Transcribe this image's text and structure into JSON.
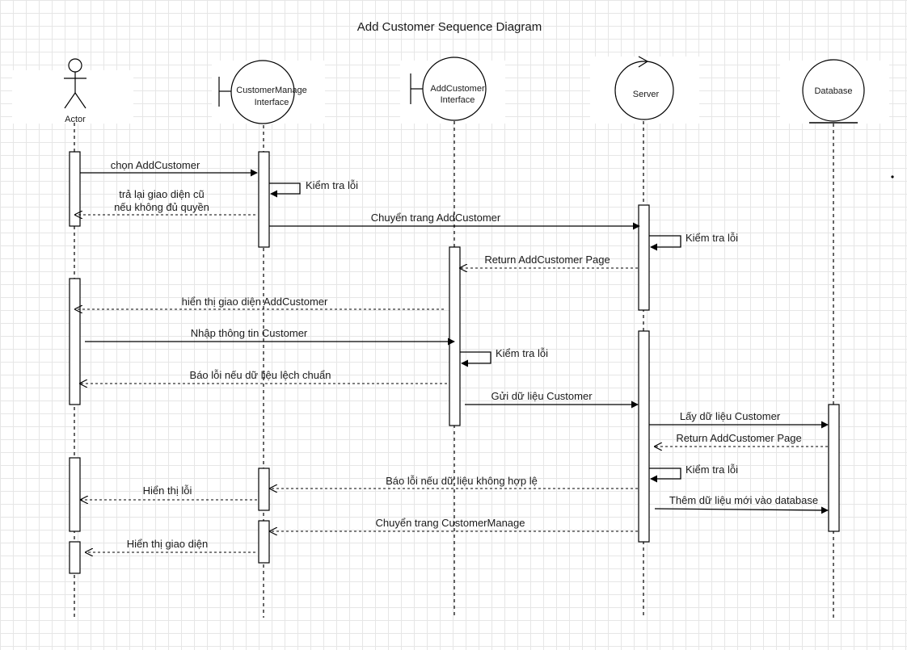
{
  "title": "Add Customer Sequence Diagram",
  "participants": {
    "actor": "Actor",
    "customer_manage_line1": "CustomerManage",
    "customer_manage_line2": "Interface",
    "add_customer_line1": "AddCustomer",
    "add_customer_line2": "Interface",
    "server": "Server",
    "database": "Database"
  },
  "messages": [
    {
      "text": "chọn AddCustomer"
    },
    {
      "text": "Kiểm tra lỗi"
    },
    {
      "text": "trả lại giao diện cũ"
    },
    {
      "text": "nếu không đủ quyền"
    },
    {
      "text": "Chuyển trang AddCustomer"
    },
    {
      "text": "Kiểm tra lỗi"
    },
    {
      "text": "Return AddCustomer Page"
    },
    {
      "text": "hiển thị giao diện AddCustomer"
    },
    {
      "text": "Nhập thông tin Customer"
    },
    {
      "text": "Kiểm tra lỗi"
    },
    {
      "text": "Báo lỗi nếu dữ liệu lệch chuẩn"
    },
    {
      "text": "Gửi dữ liệu Customer"
    },
    {
      "text": "Lấy dữ liệu Customer"
    },
    {
      "text": "Return AddCustomer Page"
    },
    {
      "text": "Kiểm tra lỗi"
    },
    {
      "text": "Báo lỗi nếu dữ liệu không hợp lệ"
    },
    {
      "text": "Hiển thị lỗi"
    },
    {
      "text": "Thêm dữ liệu mới vào database"
    },
    {
      "text": "Chuyển trang CustomerManage"
    },
    {
      "text": "Hiển thị giao diện"
    }
  ]
}
